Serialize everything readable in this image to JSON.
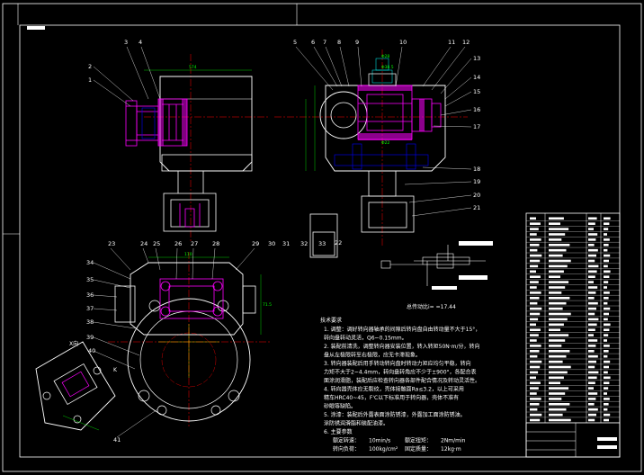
{
  "drawing": {
    "callouts_front": [
      "1",
      "2",
      "3",
      "4"
    ],
    "callouts_side_top": [
      "5",
      "6",
      "7",
      "8",
      "9",
      "10",
      "11",
      "12"
    ],
    "callouts_side_right": [
      "13",
      "14",
      "15",
      "16",
      "17",
      "18",
      "19",
      "20",
      "21",
      "22"
    ],
    "callouts_plan_top": [
      "23",
      "24",
      "25",
      "26",
      "27",
      "28",
      "29",
      "30",
      "31",
      "32",
      "33"
    ],
    "callouts_plan_left": [
      "34",
      "35",
      "36",
      "37",
      "38",
      "39",
      "40",
      "41"
    ],
    "view_label": "X向",
    "section_label": "K",
    "dims": {
      "front_width": "574",
      "side_d1": "Φ28",
      "side_d2": "Φ38.5",
      "side_d3": "Φ22",
      "plan_top": "110",
      "plan_right": "71.5"
    }
  },
  "legend": {
    "caption": "总传动比i=   =17.44"
  },
  "notes": {
    "heading": "技术要求",
    "lines": [
      "1. 调整：调好转向器轴承的间隙后转向盘自由转动量不大于15°，",
      "   转向盘转动灵活，Q6~0.15mm。",
      "2. 装配前清洗，调整转向器安装位置，转入转矩50N·m/分，转向",
      "   盘从左极限转至右极限，应无卡滞现象。",
      "3. 转向器装配后用手转动转向盘时转动力矩应均匀平稳，转向",
      "   力矩不大于2~4.4mm，转向盘转角应不少于±900°，各配合表",
      "   面涂润滑脂，装配后应检查转向器各部件配合情况及转动灵活性。",
      "4. 转向器壳体应无裂纹，壳体接触面Ra≤3.2，以上可采用",
      "   精车HRC40~45，F'C以下标准用于转向器，壳体不准有",
      "   砂眼等缺陷。",
      "5. 涂漆：装配后外露表面涂防锈漆，外露加工面涂防锈油。",
      "   涂防锈润滑脂和装配油漆。",
      "6. 主要参数"
    ],
    "params": [
      {
        "label": "额定转速：",
        "value": "10min/s",
        "label2": "额定扭矩：",
        "value2": "2Nm/min"
      },
      {
        "label": "转向负荷：",
        "value": "100kg/cm²",
        "label2": "固定质量：",
        "value2": "12kg·m"
      }
    ]
  },
  "colors": {
    "bg": "#000000",
    "line": "#ffffff",
    "part": "#ff00ff",
    "center": "#ff0000",
    "dim": "#00ff00",
    "aux": "#0000ff",
    "highlight": "#ffff00",
    "cyan": "#00ffff"
  }
}
